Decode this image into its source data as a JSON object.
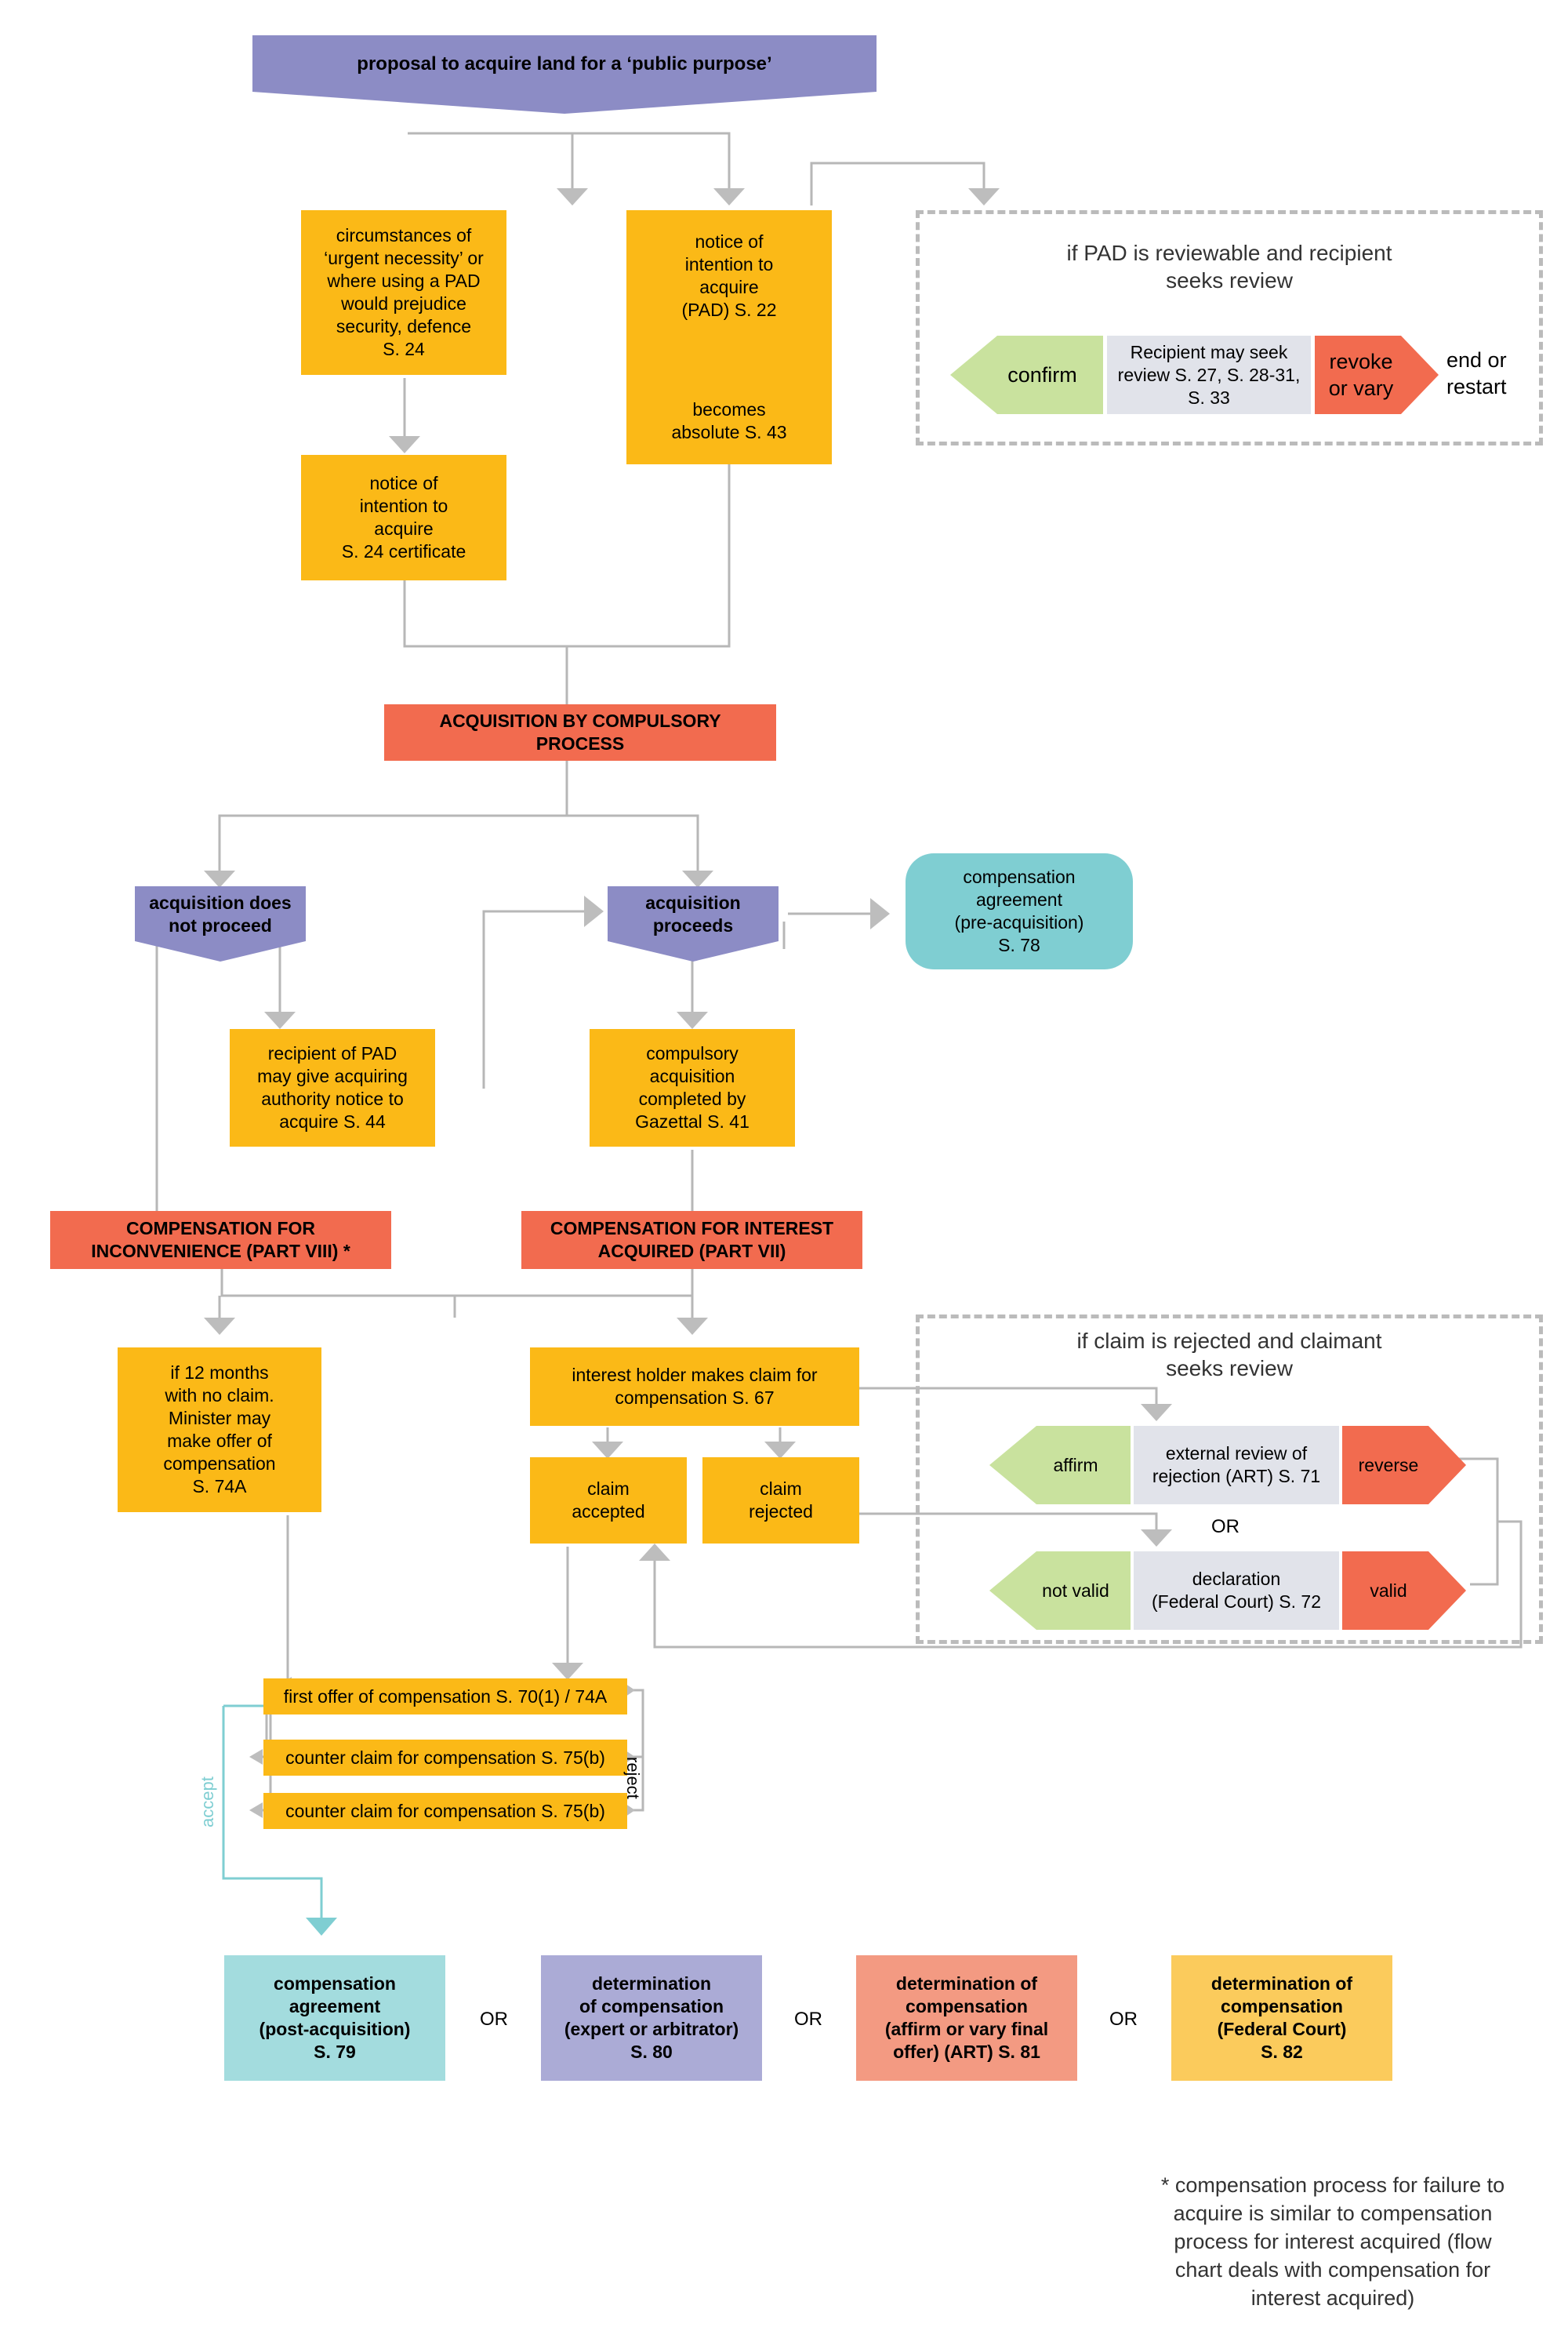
{
  "start": "proposal to acquire land for a ‘public purpose’",
  "urgent": "circumstances of\n‘urgent necessity’ or\nwhere using a PAD\nwould prejudice\nsecurity, defence\nS. 24",
  "notice24": "notice of\nintention to\nacquire\nS. 24 certificate",
  "notice22": "notice of\nintention to\nacquire\n(PAD) S. 22",
  "absolute": "becomes\nabsolute S. 43",
  "pad_review": {
    "title": "if PAD is reviewable and recipient\nseeks review",
    "confirm": "confirm",
    "middle": "Recipient may seek\nreview S. 27, S. 28-31,\nS. 33",
    "revoke": "revoke\nor vary",
    "end": "end or\nrestart"
  },
  "acq_process": "ACQUISITION BY COMPULSORY\nPROCESS",
  "not_proceed": "acquisition does\nnot proceed",
  "proceeds": "acquisition\nproceeds",
  "comp_pre": "compensation\nagreement\n(pre-acquisition)\nS. 78",
  "recipient44": "recipient of PAD\nmay give acquiring\nauthority notice to\nacquire S. 44",
  "completed41": "compulsory\nacquisition\ncompleted by\nGazettal S. 41",
  "comp_inconv": "COMPENSATION FOR\nINCONVENIENCE (PART VIII) *",
  "comp_interest": "COMPENSATION FOR INTEREST\nACQUIRED (PART VII)",
  "twelve_months": "if 12 months\nwith no claim.\nMinister may\nmake offer of\ncompensation\nS. 74A",
  "claim67": "interest holder makes claim for\ncompensation S. 67",
  "claim_accepted": "claim\naccepted",
  "claim_rejected": "claim\nrejected",
  "claim_review": {
    "title": "if claim is rejected and claimant\nseeks review",
    "affirm": "affirm",
    "external": "external review of\nrejection (ART) S. 71",
    "reverse": "reverse",
    "or": "OR",
    "not_valid": "not valid",
    "declaration": "declaration\n(Federal Court) S. 72",
    "valid": "valid"
  },
  "first_offer": "first offer of compensation S. 70(1) / 74A",
  "counter1": "counter claim for compensation S. 75(b)",
  "counter2": "counter claim for compensation S. 75(b)",
  "reject_label": "reject",
  "accept_label": "accept",
  "outcomes": {
    "o1": "compensation\nagreement\n(post-acquisition)\nS. 79",
    "o2": "determination\nof compensation\n(expert or arbitrator)\nS. 80",
    "o3": "determination of\ncompensation\n(affirm or vary final\noffer) (ART) S. 81",
    "o4": "determination of\ncompensation\n(Federal Court)\nS. 82",
    "or1": "OR",
    "or2": "OR",
    "or3": "OR"
  },
  "footnote": "* compensation process for failure to\nacquire is similar to compensation\nprocess for interest acquired (flow\nchart deals with compensation for\ninterest acquired)",
  "colors": {
    "yellow": "#fbb917",
    "orange": "#f26b4f",
    "purple": "#8c8cc5",
    "teal": "#7fced2",
    "green": "#c9e29e",
    "grey": "#e1e3ea",
    "salmon": "#f39a82",
    "light_purple": "#ababd6",
    "light_yellow": "#fbcb5c"
  }
}
